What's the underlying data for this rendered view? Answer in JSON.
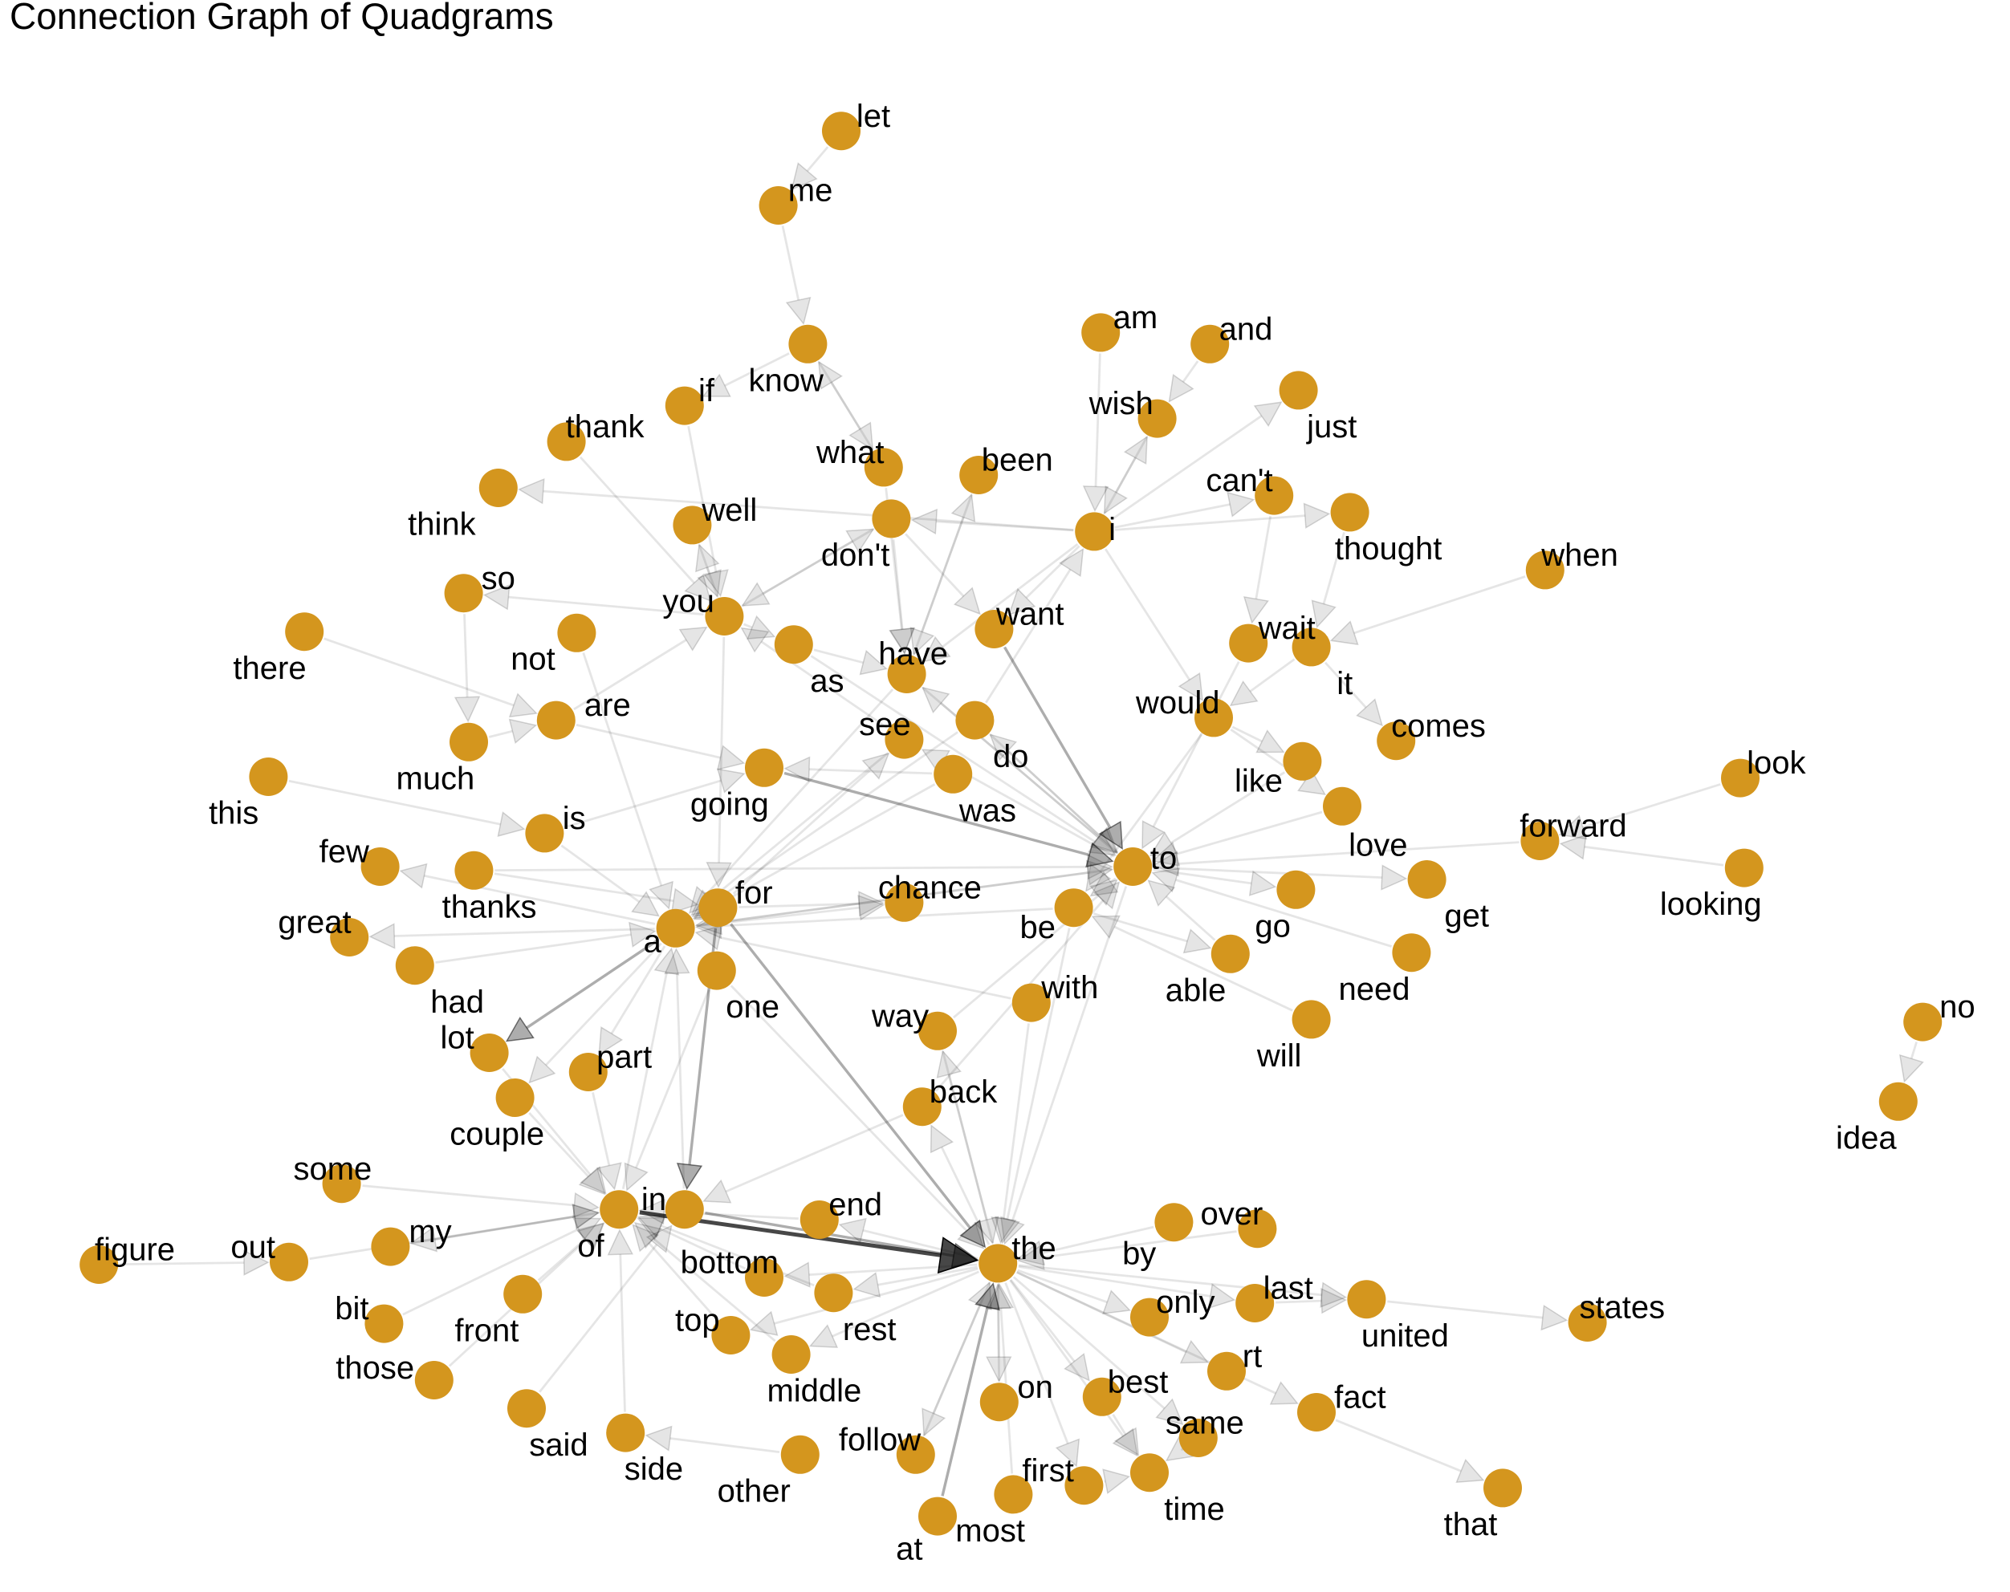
{
  "title": "Connection Graph of Quadgrams",
  "colors": {
    "node": "#D4961E",
    "edge": "#000000",
    "background": "#FFFFFF",
    "text": "#000000"
  },
  "nodes": [
    {
      "id": "let"
    },
    {
      "id": "me"
    },
    {
      "id": "know"
    },
    {
      "id": "if"
    },
    {
      "id": "what"
    },
    {
      "id": "thank"
    },
    {
      "id": "well"
    },
    {
      "id": "think"
    },
    {
      "id": "am"
    },
    {
      "id": "and"
    },
    {
      "id": "wish"
    },
    {
      "id": "just"
    },
    {
      "id": "been"
    },
    {
      "id": "can't"
    },
    {
      "id": "i"
    },
    {
      "id": "don't"
    },
    {
      "id": "thought"
    },
    {
      "id": "so"
    },
    {
      "id": "you"
    },
    {
      "id": "not"
    },
    {
      "id": "there"
    },
    {
      "id": "want"
    },
    {
      "id": "when"
    },
    {
      "id": "as"
    },
    {
      "id": "have"
    },
    {
      "id": "wait"
    },
    {
      "id": "it"
    },
    {
      "id": "are"
    },
    {
      "id": "would"
    },
    {
      "id": "much"
    },
    {
      "id": "see"
    },
    {
      "id": "do"
    },
    {
      "id": "comes"
    },
    {
      "id": "going"
    },
    {
      "id": "was"
    },
    {
      "id": "this"
    },
    {
      "id": "is"
    },
    {
      "id": "like"
    },
    {
      "id": "love"
    },
    {
      "id": "look"
    },
    {
      "id": "forward"
    },
    {
      "id": "looking"
    },
    {
      "id": "few"
    },
    {
      "id": "thanks"
    },
    {
      "id": "to"
    },
    {
      "id": "chance"
    },
    {
      "id": "for"
    },
    {
      "id": "get"
    },
    {
      "id": "go"
    },
    {
      "id": "great"
    },
    {
      "id": "a"
    },
    {
      "id": "be"
    },
    {
      "id": "able"
    },
    {
      "id": "need"
    },
    {
      "id": "had"
    },
    {
      "id": "one"
    },
    {
      "id": "with"
    },
    {
      "id": "way"
    },
    {
      "id": "will"
    },
    {
      "id": "no"
    },
    {
      "id": "lot"
    },
    {
      "id": "part"
    },
    {
      "id": "couple"
    },
    {
      "id": "back"
    },
    {
      "id": "idea"
    },
    {
      "id": "some"
    },
    {
      "id": "in"
    },
    {
      "id": "end"
    },
    {
      "id": "over"
    },
    {
      "id": "the"
    },
    {
      "id": "figure"
    },
    {
      "id": "out"
    },
    {
      "id": "my"
    },
    {
      "id": "of"
    },
    {
      "id": "by"
    },
    {
      "id": "bottom"
    },
    {
      "id": "last"
    },
    {
      "id": "bit"
    },
    {
      "id": "front"
    },
    {
      "id": "rest"
    },
    {
      "id": "only"
    },
    {
      "id": "united"
    },
    {
      "id": "states"
    },
    {
      "id": "those"
    },
    {
      "id": "top"
    },
    {
      "id": "rt"
    },
    {
      "id": "middle"
    },
    {
      "id": "on"
    },
    {
      "id": "best"
    },
    {
      "id": "fact"
    },
    {
      "id": "same"
    },
    {
      "id": "said"
    },
    {
      "id": "side"
    },
    {
      "id": "follow"
    },
    {
      "id": "other"
    },
    {
      "id": "first"
    },
    {
      "id": "time"
    },
    {
      "id": "that"
    },
    {
      "id": "at"
    },
    {
      "id": "most"
    }
  ],
  "edges": [
    {
      "source": "let",
      "target": "me",
      "weight": 1
    },
    {
      "source": "me",
      "target": "know",
      "weight": 1
    },
    {
      "source": "know",
      "target": "if",
      "weight": 1
    },
    {
      "source": "know",
      "target": "what",
      "weight": 1
    },
    {
      "source": "what",
      "target": "know",
      "weight": 1
    },
    {
      "source": "what",
      "target": "have",
      "weight": 1
    },
    {
      "source": "if",
      "target": "you",
      "weight": 1
    },
    {
      "source": "thank",
      "target": "you",
      "weight": 1
    },
    {
      "source": "well",
      "target": "you",
      "weight": 1
    },
    {
      "source": "you",
      "target": "well",
      "weight": 1
    },
    {
      "source": "you",
      "target": "so",
      "weight": 1
    },
    {
      "source": "you",
      "target": "as",
      "weight": 1
    },
    {
      "source": "you",
      "target": "for",
      "weight": 1
    },
    {
      "source": "you",
      "target": "don't",
      "weight": 1
    },
    {
      "source": "am",
      "target": "i",
      "weight": 1
    },
    {
      "source": "and",
      "target": "wish",
      "weight": 1
    },
    {
      "source": "wish",
      "target": "i",
      "weight": 1
    },
    {
      "source": "i",
      "target": "wish",
      "weight": 1
    },
    {
      "source": "i",
      "target": "just",
      "weight": 1
    },
    {
      "source": "i",
      "target": "can't",
      "weight": 1
    },
    {
      "source": "i",
      "target": "thought",
      "weight": 1
    },
    {
      "source": "i",
      "target": "don't",
      "weight": 1
    },
    {
      "source": "i",
      "target": "have",
      "weight": 1
    },
    {
      "source": "i",
      "target": "want",
      "weight": 1
    },
    {
      "source": "i",
      "target": "would",
      "weight": 1
    },
    {
      "source": "i",
      "target": "think",
      "weight": 1
    },
    {
      "source": "been",
      "target": "have",
      "weight": 1
    },
    {
      "source": "don't",
      "target": "have",
      "weight": 1
    },
    {
      "source": "don't",
      "target": "want",
      "weight": 1
    },
    {
      "source": "don't",
      "target": "you",
      "weight": 1
    },
    {
      "source": "can't",
      "target": "wait",
      "weight": 1
    },
    {
      "source": "thought",
      "target": "it",
      "weight": 1
    },
    {
      "source": "when",
      "target": "it",
      "weight": 1
    },
    {
      "source": "wait",
      "target": "to",
      "weight": 1
    },
    {
      "source": "it",
      "target": "comes",
      "weight": 1
    },
    {
      "source": "it",
      "target": "would",
      "weight": 1
    },
    {
      "source": "would",
      "target": "like",
      "weight": 1
    },
    {
      "source": "would",
      "target": "be",
      "weight": 1
    },
    {
      "source": "would",
      "target": "love",
      "weight": 1
    },
    {
      "source": "like",
      "target": "to",
      "weight": 1
    },
    {
      "source": "love",
      "target": "to",
      "weight": 1
    },
    {
      "source": "look",
      "target": "forward",
      "weight": 1
    },
    {
      "source": "looking",
      "target": "forward",
      "weight": 1
    },
    {
      "source": "forward",
      "target": "to",
      "weight": 1
    },
    {
      "source": "so",
      "target": "much",
      "weight": 1
    },
    {
      "source": "much",
      "target": "are",
      "weight": 1
    },
    {
      "source": "there",
      "target": "are",
      "weight": 1
    },
    {
      "source": "not",
      "target": "a",
      "weight": 1
    },
    {
      "source": "are",
      "target": "going",
      "weight": 1
    },
    {
      "source": "are",
      "target": "you",
      "weight": 1
    },
    {
      "source": "going",
      "target": "to",
      "weight": 2
    },
    {
      "source": "want",
      "target": "to",
      "weight": 2
    },
    {
      "source": "have",
      "target": "to",
      "weight": 1
    },
    {
      "source": "have",
      "target": "a",
      "weight": 1
    },
    {
      "source": "have",
      "target": "been",
      "weight": 1
    },
    {
      "source": "as",
      "target": "to",
      "weight": 1
    },
    {
      "source": "as",
      "target": "have",
      "weight": 1
    },
    {
      "source": "see",
      "target": "a",
      "weight": 1
    },
    {
      "source": "see",
      "target": "you",
      "weight": 1
    },
    {
      "source": "do",
      "target": "to",
      "weight": 1
    },
    {
      "source": "do",
      "target": "a",
      "weight": 1
    },
    {
      "source": "do",
      "target": "i",
      "weight": 1
    },
    {
      "source": "was",
      "target": "a",
      "weight": 1
    },
    {
      "source": "was",
      "target": "going",
      "weight": 1
    },
    {
      "source": "this",
      "target": "is",
      "weight": 1
    },
    {
      "source": "is",
      "target": "a",
      "weight": 1
    },
    {
      "source": "is",
      "target": "going",
      "weight": 1
    },
    {
      "source": "thanks",
      "target": "for",
      "weight": 1
    },
    {
      "source": "thanks",
      "target": "to",
      "weight": 1
    },
    {
      "source": "for",
      "target": "the",
      "weight": 2
    },
    {
      "source": "for",
      "target": "a",
      "weight": 1
    },
    {
      "source": "for",
      "target": "in",
      "weight": 2
    },
    {
      "source": "for",
      "target": "chance",
      "weight": 1
    },
    {
      "source": "for",
      "target": "see",
      "weight": 1
    },
    {
      "source": "a",
      "target": "few",
      "weight": 1
    },
    {
      "source": "a",
      "target": "great",
      "weight": 1
    },
    {
      "source": "a",
      "target": "lot",
      "weight": 2
    },
    {
      "source": "a",
      "target": "couple",
      "weight": 1
    },
    {
      "source": "a",
      "target": "part",
      "weight": 1
    },
    {
      "source": "a",
      "target": "chance",
      "weight": 1
    },
    {
      "source": "a",
      "target": "to",
      "weight": 1
    },
    {
      "source": "had",
      "target": "a",
      "weight": 1
    },
    {
      "source": "one",
      "target": "of",
      "weight": 1
    },
    {
      "source": "one",
      "target": "the",
      "weight": 1
    },
    {
      "source": "lot",
      "target": "of",
      "weight": 1
    },
    {
      "source": "couple",
      "target": "of",
      "weight": 1
    },
    {
      "source": "part",
      "target": "of",
      "weight": 1
    },
    {
      "source": "to",
      "target": "get",
      "weight": 1
    },
    {
      "source": "to",
      "target": "go",
      "weight": 1
    },
    {
      "source": "to",
      "target": "be",
      "weight": 1
    },
    {
      "source": "to",
      "target": "the",
      "weight": 1
    },
    {
      "source": "to",
      "target": "see",
      "weight": 1
    },
    {
      "source": "to",
      "target": "do",
      "weight": 1
    },
    {
      "source": "to",
      "target": "have",
      "weight": 1
    },
    {
      "source": "to",
      "target": "a",
      "weight": 1
    },
    {
      "source": "be",
      "target": "able",
      "weight": 1
    },
    {
      "source": "be",
      "target": "a",
      "weight": 1
    },
    {
      "source": "be",
      "target": "the",
      "weight": 1
    },
    {
      "source": "able",
      "target": "to",
      "weight": 1
    },
    {
      "source": "need",
      "target": "to",
      "weight": 1
    },
    {
      "source": "will",
      "target": "be",
      "weight": 1
    },
    {
      "source": "with",
      "target": "the",
      "weight": 1
    },
    {
      "source": "with",
      "target": "a",
      "weight": 1
    },
    {
      "source": "way",
      "target": "to",
      "weight": 1
    },
    {
      "source": "way",
      "target": "the",
      "weight": 1
    },
    {
      "source": "back",
      "target": "to",
      "weight": 1
    },
    {
      "source": "back",
      "target": "in",
      "weight": 1
    },
    {
      "source": "no",
      "target": "idea",
      "weight": 1
    },
    {
      "source": "in",
      "target": "the",
      "weight": 2
    },
    {
      "source": "in",
      "target": "a",
      "weight": 1
    },
    {
      "source": "of",
      "target": "the",
      "weight": 3
    },
    {
      "source": "of",
      "target": "a",
      "weight": 1
    },
    {
      "source": "of",
      "target": "my",
      "weight": 1
    },
    {
      "source": "some",
      "target": "of",
      "weight": 1
    },
    {
      "source": "my",
      "target": "of",
      "weight": 1
    },
    {
      "source": "figure",
      "target": "out",
      "weight": 1
    },
    {
      "source": "out",
      "target": "of",
      "weight": 1
    },
    {
      "source": "bit",
      "target": "of",
      "weight": 1
    },
    {
      "source": "front",
      "target": "of",
      "weight": 1
    },
    {
      "source": "those",
      "target": "of",
      "weight": 1
    },
    {
      "source": "said",
      "target": "in",
      "weight": 1
    },
    {
      "source": "side",
      "target": "of",
      "weight": 1
    },
    {
      "source": "other",
      "target": "side",
      "weight": 1
    },
    {
      "source": "end",
      "target": "of",
      "weight": 1
    },
    {
      "source": "bottom",
      "target": "of",
      "weight": 1
    },
    {
      "source": "rest",
      "target": "of",
      "weight": 1
    },
    {
      "source": "top",
      "target": "of",
      "weight": 1
    },
    {
      "source": "middle",
      "target": "of",
      "weight": 1
    },
    {
      "source": "the",
      "target": "end",
      "weight": 1
    },
    {
      "source": "the",
      "target": "bottom",
      "weight": 1
    },
    {
      "source": "the",
      "target": "rest",
      "weight": 1
    },
    {
      "source": "the",
      "target": "top",
      "weight": 1
    },
    {
      "source": "the",
      "target": "middle",
      "weight": 1
    },
    {
      "source": "the",
      "target": "back",
      "weight": 1
    },
    {
      "source": "the",
      "target": "way",
      "weight": 1
    },
    {
      "source": "the",
      "target": "only",
      "weight": 1
    },
    {
      "source": "the",
      "target": "best",
      "weight": 1
    },
    {
      "source": "the",
      "target": "same",
      "weight": 1
    },
    {
      "source": "the",
      "target": "first",
      "weight": 1
    },
    {
      "source": "the",
      "target": "time",
      "weight": 1
    },
    {
      "source": "the",
      "target": "last",
      "weight": 1
    },
    {
      "source": "the",
      "target": "rt",
      "weight": 1
    },
    {
      "source": "the",
      "target": "follow",
      "weight": 1
    },
    {
      "source": "the",
      "target": "fact",
      "weight": 1
    },
    {
      "source": "the",
      "target": "united",
      "weight": 1
    },
    {
      "source": "the",
      "target": "on",
      "weight": 1
    },
    {
      "source": "by",
      "target": "the",
      "weight": 1
    },
    {
      "source": "over",
      "target": "the",
      "weight": 1
    },
    {
      "source": "on",
      "target": "the",
      "weight": 1
    },
    {
      "source": "at",
      "target": "the",
      "weight": 2
    },
    {
      "source": "most",
      "target": "the",
      "weight": 1
    },
    {
      "source": "follow",
      "target": "the",
      "weight": 1
    },
    {
      "source": "last",
      "target": "united",
      "weight": 1
    },
    {
      "source": "united",
      "target": "states",
      "weight": 1
    },
    {
      "source": "fact",
      "target": "that",
      "weight": 1
    },
    {
      "source": "first",
      "target": "time",
      "weight": 1
    },
    {
      "source": "best",
      "target": "time",
      "weight": 1
    },
    {
      "source": "same",
      "target": "time",
      "weight": 1
    }
  ]
}
